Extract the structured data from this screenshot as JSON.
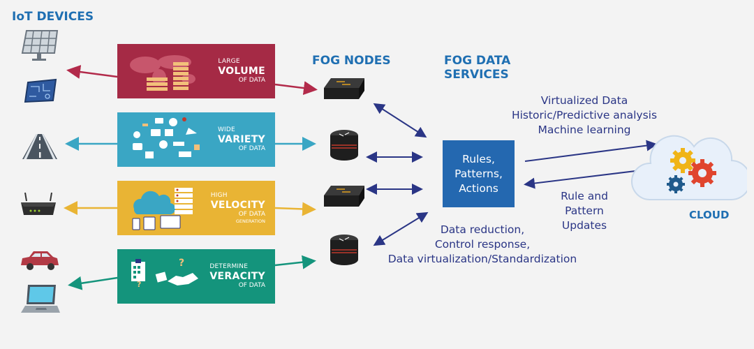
{
  "headings": {
    "iot_devices": "IoT DEVICES",
    "fog_nodes": "FOG NODES",
    "fog_data_services_line1": "FOG DATA",
    "fog_data_services_line2": "SERVICES",
    "cloud": "CLOUD"
  },
  "panels": [
    {
      "pre": "LARGE",
      "main": "VOLUME",
      "post": "OF DATA",
      "extra": "",
      "color": "#a52a45"
    },
    {
      "pre": "WIDE",
      "main": "VARIETY",
      "post": "OF DATA",
      "extra": "",
      "color": "#3aa6c4"
    },
    {
      "pre": "HIGH",
      "main": "VELOCITY",
      "post": "OF DATA",
      "extra": "GENERATION",
      "color": "#e9b434"
    },
    {
      "pre": "DETERMINE",
      "main": "VERACITY",
      "post": "OF DATA",
      "extra": "",
      "color": "#14947c"
    }
  ],
  "rules_box": {
    "line1": "Rules,",
    "line2": "Patterns,",
    "line3": "Actions",
    "color": "#2468b0"
  },
  "cloud_notes": {
    "line1": "Virtualized Data",
    "line2": "Historic/Predictive analysis",
    "line3": "Machine learning"
  },
  "rule_updates": {
    "line1": "Rule and",
    "line2": "Pattern",
    "line3": "Updates"
  },
  "reduction_notes": {
    "line1": "Data reduction,",
    "line2": "Control response,",
    "line3": "Data virtualization/Standardization"
  },
  "devices": [
    "solar-panel-icon",
    "circuit-board-icon",
    "road-icon",
    "router-device-icon",
    "car-icon",
    "laptop-icon"
  ],
  "colors": {
    "heading": "#1f6fb2",
    "arrow_navy": "#2a3585",
    "volume": "#a52a45",
    "variety": "#3aa6c4",
    "velocity": "#e9b434",
    "veracity": "#14947c"
  }
}
